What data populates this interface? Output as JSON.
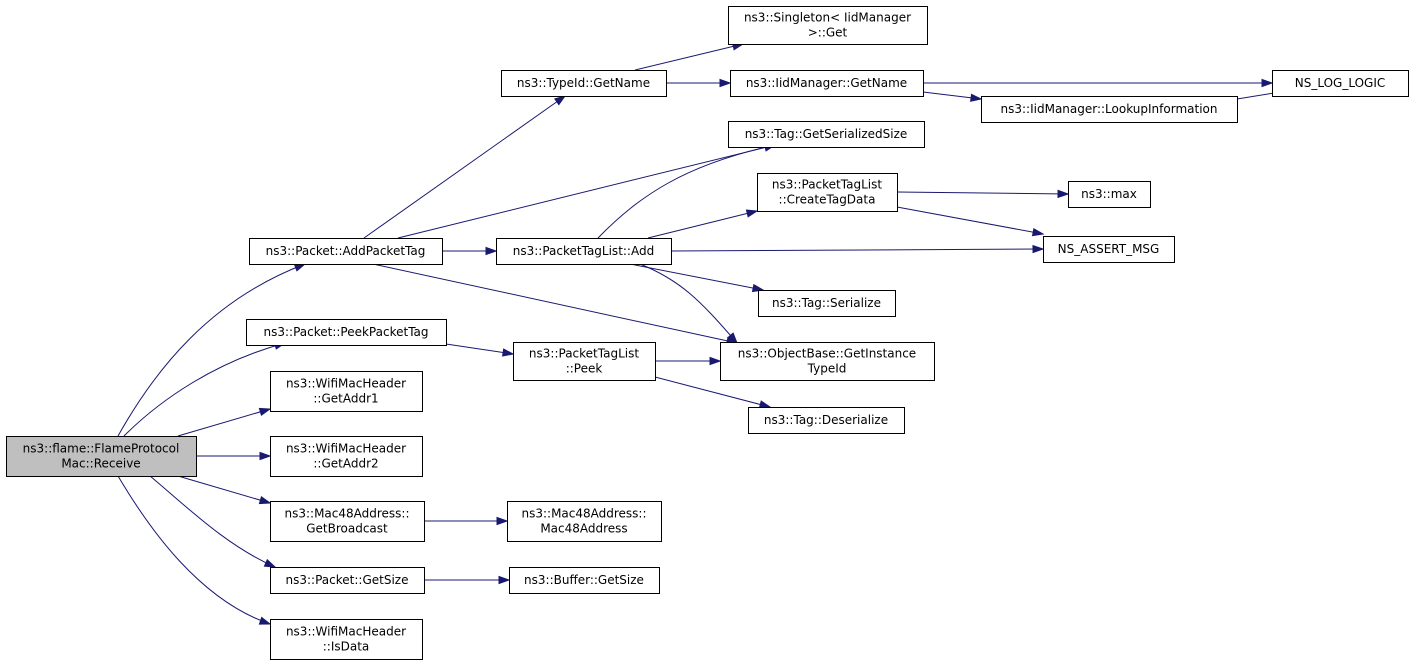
{
  "nodes": [
    {
      "id": "root",
      "lines": [
        "ns3::flame::FlameProtocol",
        "Mac::Receive"
      ],
      "root": true
    },
    {
      "id": "add_packet_tag",
      "lines": [
        "ns3::Packet::AddPacketTag"
      ]
    },
    {
      "id": "peek_packet_tag",
      "lines": [
        "ns3::Packet::PeekPacketTag"
      ]
    },
    {
      "id": "get_addr1",
      "lines": [
        "ns3::WifiMacHeader",
        "::GetAddr1"
      ]
    },
    {
      "id": "get_addr2",
      "lines": [
        "ns3::WifiMacHeader",
        "::GetAddr2"
      ]
    },
    {
      "id": "get_broadcast",
      "lines": [
        "ns3::Mac48Address::",
        "GetBroadcast"
      ]
    },
    {
      "id": "packet_get_size",
      "lines": [
        "ns3::Packet::GetSize"
      ]
    },
    {
      "id": "is_data",
      "lines": [
        "ns3::WifiMacHeader",
        "::IsData"
      ]
    },
    {
      "id": "typeid_get_name",
      "lines": [
        "ns3::TypeId::GetName"
      ]
    },
    {
      "id": "singleton_get",
      "lines": [
        "ns3::Singleton< IidManager",
        ">::Get"
      ]
    },
    {
      "id": "iid_get_name",
      "lines": [
        "ns3::IidManager::GetName"
      ]
    },
    {
      "id": "lookup_information",
      "lines": [
        "ns3::IidManager::LookupInformation"
      ]
    },
    {
      "id": "ns_log_logic",
      "lines": [
        "NS_LOG_LOGIC"
      ]
    },
    {
      "id": "tag_get_serialized_size",
      "lines": [
        "ns3::Tag::GetSerializedSize"
      ]
    },
    {
      "id": "create_tag_data",
      "lines": [
        "ns3::PacketTagList",
        "::CreateTagData"
      ]
    },
    {
      "id": "max",
      "lines": [
        "ns3::max"
      ]
    },
    {
      "id": "ptl_add",
      "lines": [
        "ns3::PacketTagList::Add"
      ]
    },
    {
      "id": "ns_assert_msg",
      "lines": [
        "NS_ASSERT_MSG"
      ]
    },
    {
      "id": "tag_serialize",
      "lines": [
        "ns3::Tag::Serialize"
      ]
    },
    {
      "id": "get_instance_type_id",
      "lines": [
        "ns3::ObjectBase::GetInstance",
        "TypeId"
      ]
    },
    {
      "id": "ptl_peek",
      "lines": [
        "ns3::PacketTagList",
        "::Peek"
      ]
    },
    {
      "id": "tag_deserialize",
      "lines": [
        "ns3::Tag::Deserialize"
      ]
    },
    {
      "id": "mac48_address",
      "lines": [
        "ns3::Mac48Address::",
        "Mac48Address"
      ]
    },
    {
      "id": "buffer_get_size",
      "lines": [
        "ns3::Buffer::GetSize"
      ]
    }
  ],
  "edges": [
    {
      "from": "root",
      "to": "add_packet_tag"
    },
    {
      "from": "root",
      "to": "peek_packet_tag"
    },
    {
      "from": "root",
      "to": "get_addr1"
    },
    {
      "from": "root",
      "to": "get_addr2"
    },
    {
      "from": "root",
      "to": "get_broadcast"
    },
    {
      "from": "root",
      "to": "packet_get_size"
    },
    {
      "from": "root",
      "to": "is_data"
    },
    {
      "from": "add_packet_tag",
      "to": "typeid_get_name"
    },
    {
      "from": "add_packet_tag",
      "to": "tag_get_serialized_size"
    },
    {
      "from": "add_packet_tag",
      "to": "ptl_add"
    },
    {
      "from": "add_packet_tag",
      "to": "get_instance_type_id"
    },
    {
      "from": "typeid_get_name",
      "to": "singleton_get"
    },
    {
      "from": "typeid_get_name",
      "to": "iid_get_name"
    },
    {
      "from": "iid_get_name",
      "to": "ns_log_logic"
    },
    {
      "from": "iid_get_name",
      "to": "lookup_information"
    },
    {
      "from": "lookup_information",
      "to": "ns_log_logic"
    },
    {
      "from": "ptl_add",
      "to": "tag_get_serialized_size"
    },
    {
      "from": "ptl_add",
      "to": "create_tag_data"
    },
    {
      "from": "ptl_add",
      "to": "ns_assert_msg"
    },
    {
      "from": "ptl_add",
      "to": "tag_serialize"
    },
    {
      "from": "ptl_add",
      "to": "get_instance_type_id"
    },
    {
      "from": "create_tag_data",
      "to": "max"
    },
    {
      "from": "create_tag_data",
      "to": "ns_assert_msg"
    },
    {
      "from": "peek_packet_tag",
      "to": "ptl_peek"
    },
    {
      "from": "ptl_peek",
      "to": "get_instance_type_id"
    },
    {
      "from": "ptl_peek",
      "to": "tag_deserialize"
    },
    {
      "from": "get_broadcast",
      "to": "mac48_address"
    },
    {
      "from": "packet_get_size",
      "to": "buffer_get_size"
    }
  ]
}
